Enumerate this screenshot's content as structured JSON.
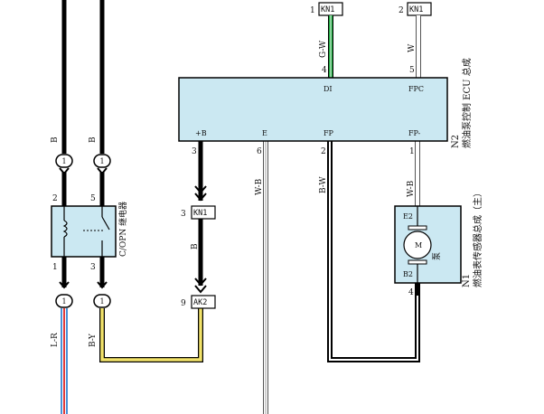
{
  "colors": {
    "ecu_fill": "#cbe8f2",
    "wire_black": "#000000",
    "wire_green": "#17a43a",
    "wire_yellow": "#f2e36a",
    "wire_red": "#e23a3a",
    "wire_blue": "#4a8fd6",
    "wire_white_outline": "#555555"
  },
  "ecu": {
    "label_id": "N2",
    "label_name": "燃油泵控制 ECU 总成",
    "pins_top": {
      "di": "DI",
      "fpc": "FPC"
    },
    "pins_bottom": {
      "plus_b": "+B",
      "e": "E",
      "fp": "FP",
      "fp_minus": "FP-"
    },
    "pin_numbers": {
      "di": "4",
      "fpc": "5",
      "plus_b": "3",
      "e": "6",
      "fp": "2",
      "fp_minus": "1"
    }
  },
  "relay": {
    "label": "C/OPN 继电器",
    "pins": {
      "p2": "2",
      "p5": "5",
      "p1": "1",
      "p3": "3"
    }
  },
  "sensor": {
    "label_id": "N1",
    "label_name": "燃油表传感器总成（主）",
    "pin_e2": "E2",
    "pin_b2": "B2",
    "motor_letter": "M",
    "pump_label": "泵",
    "pin_number": "4"
  },
  "connectors": {
    "kn1_top_left": {
      "name": "KN1",
      "pin": "1"
    },
    "kn1_top_right": {
      "name": "KN1",
      "pin": "2"
    },
    "kn1_mid": {
      "name": "KN1",
      "pin": "3"
    },
    "ak2": {
      "name": "AK2",
      "pin": "9"
    }
  },
  "wires": {
    "left_top_1": "B",
    "left_top_2": "B",
    "di_color": "G-W",
    "fpc_color": "W",
    "plus_b_lower": "B",
    "e_color": "W-B",
    "fp_color": "B-W",
    "fp_minus_color": "W-B",
    "bottom_left_1": "L-R",
    "bottom_left_2": "B-Y"
  },
  "junctions": {
    "j1": "1",
    "j2": "1",
    "j3": "1",
    "j4": "1"
  }
}
